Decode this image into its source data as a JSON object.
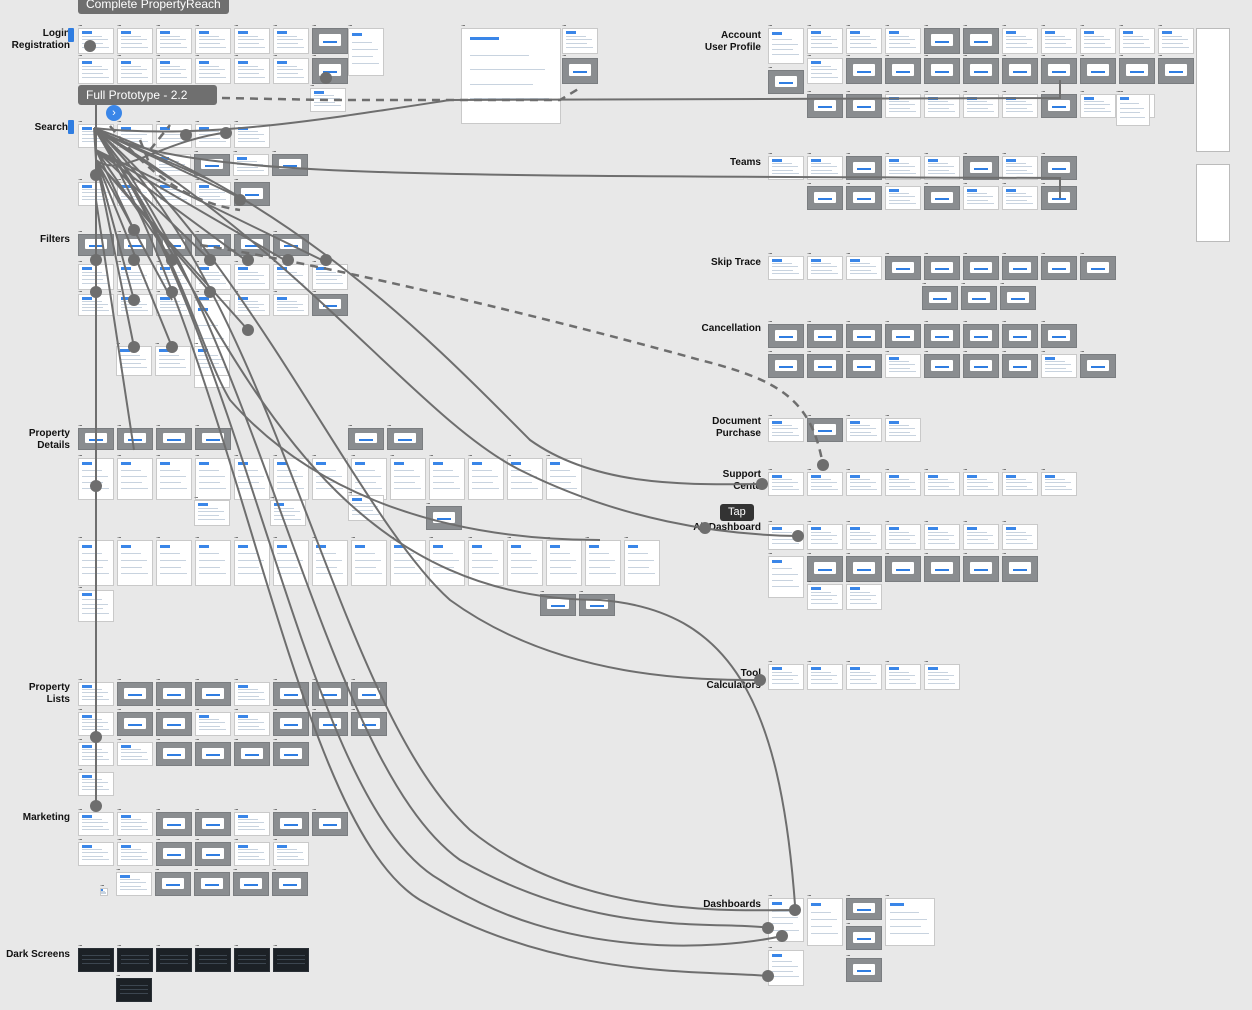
{
  "canvas": {
    "prototype_chip": "Complete PropertyReach",
    "flow_chip": "Full Prototype - 2.2",
    "tooltip": "Tap",
    "accent": "#3a86e8",
    "link_color": "#6e6e6e",
    "background": "#e8e8e8"
  },
  "sections": {
    "login": "Login\nRegistration",
    "search": "Search",
    "filters": "Filters",
    "property_details": "Property\nDetails",
    "property_lists": "Property\nLists",
    "marketing": "Marketing",
    "dark_screens": "Dark Screens",
    "account": "Account\nUser Profile",
    "teams": "Teams",
    "skip_trace": "Skip Trace",
    "cancellation": "Cancellation",
    "document_purchase": "Document\nPurchase",
    "support": "Support\nCente",
    "dashboard": "All Dashboard",
    "tool_calculators": "Tool\nCalculators",
    "dashboards": "Dashboards"
  },
  "icons": {
    "play": "play-icon",
    "chevron_right": "chevron-right-icon",
    "chevron_down": "chevron-down-icon",
    "chevron_up": "chevron-up-icon",
    "more": "more-dots-icon"
  },
  "frame_dots": "..."
}
